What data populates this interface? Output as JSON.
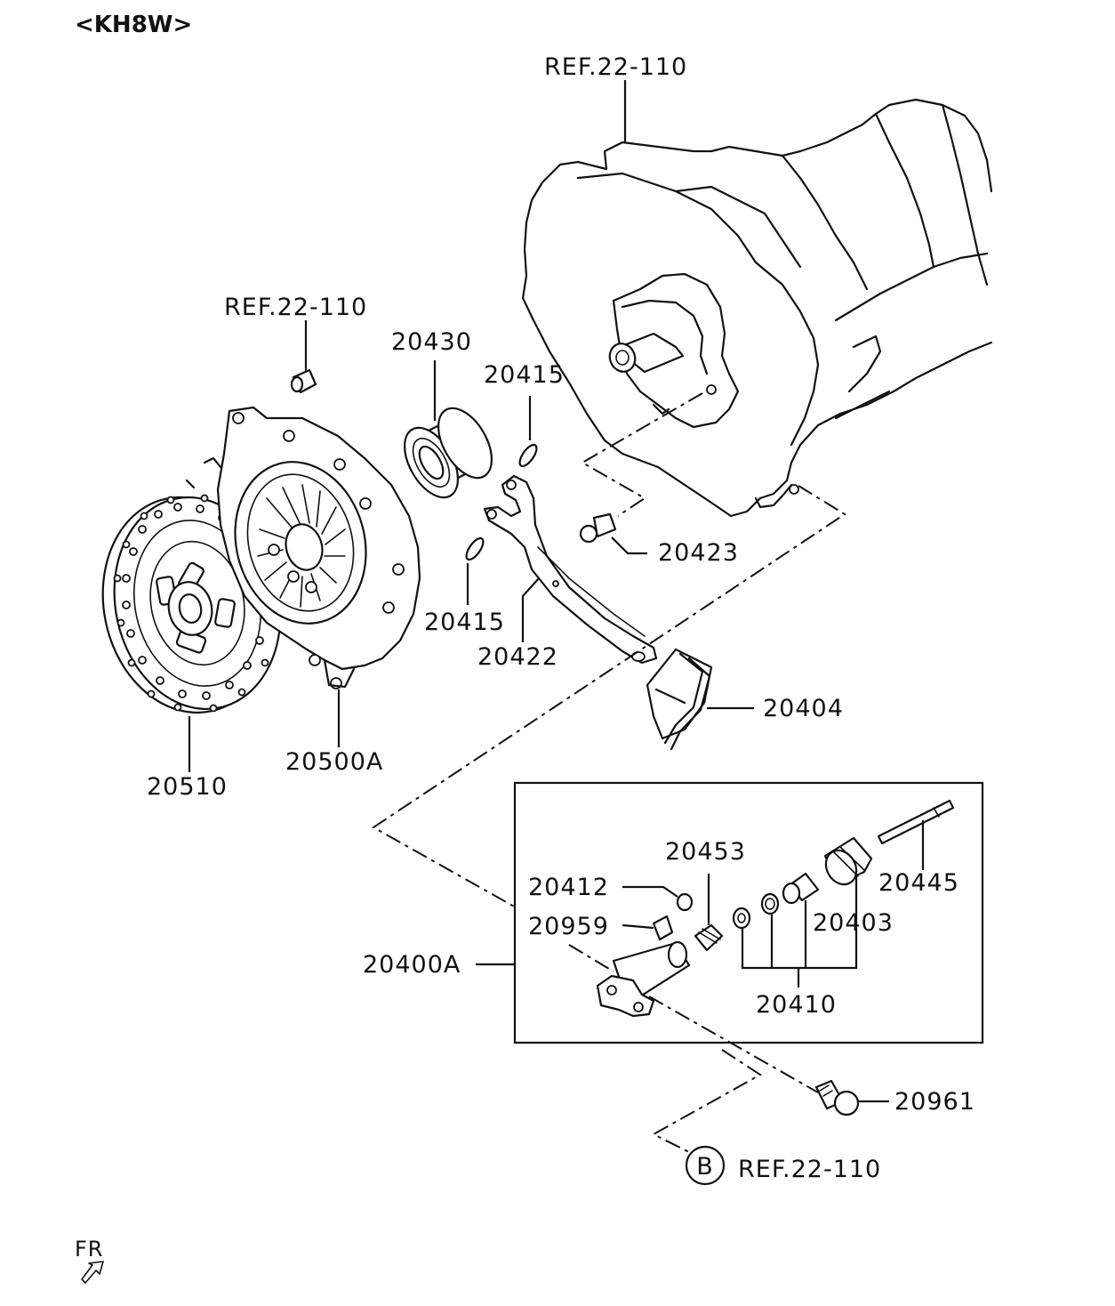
{
  "model_code": "<KH8W>",
  "orientation_label": "FR",
  "callout_b": {
    "letter": "B",
    "ref": "REF.22-110"
  },
  "refs": {
    "transmission": "REF.22-110",
    "bolt": "REF.22-110"
  },
  "parts": {
    "p20430": "20430",
    "p20415_top": "20415",
    "p20415_bottom": "20415",
    "p20423": "20423",
    "p20422": "20422",
    "p20404": "20404",
    "p20510": "20510",
    "p20500A": "20500A",
    "p20453": "20453",
    "p20412": "20412",
    "p20959": "20959",
    "p20445": "20445",
    "p20403": "20403",
    "p20410": "20410",
    "p20400A": "20400A",
    "p20961": "20961"
  }
}
